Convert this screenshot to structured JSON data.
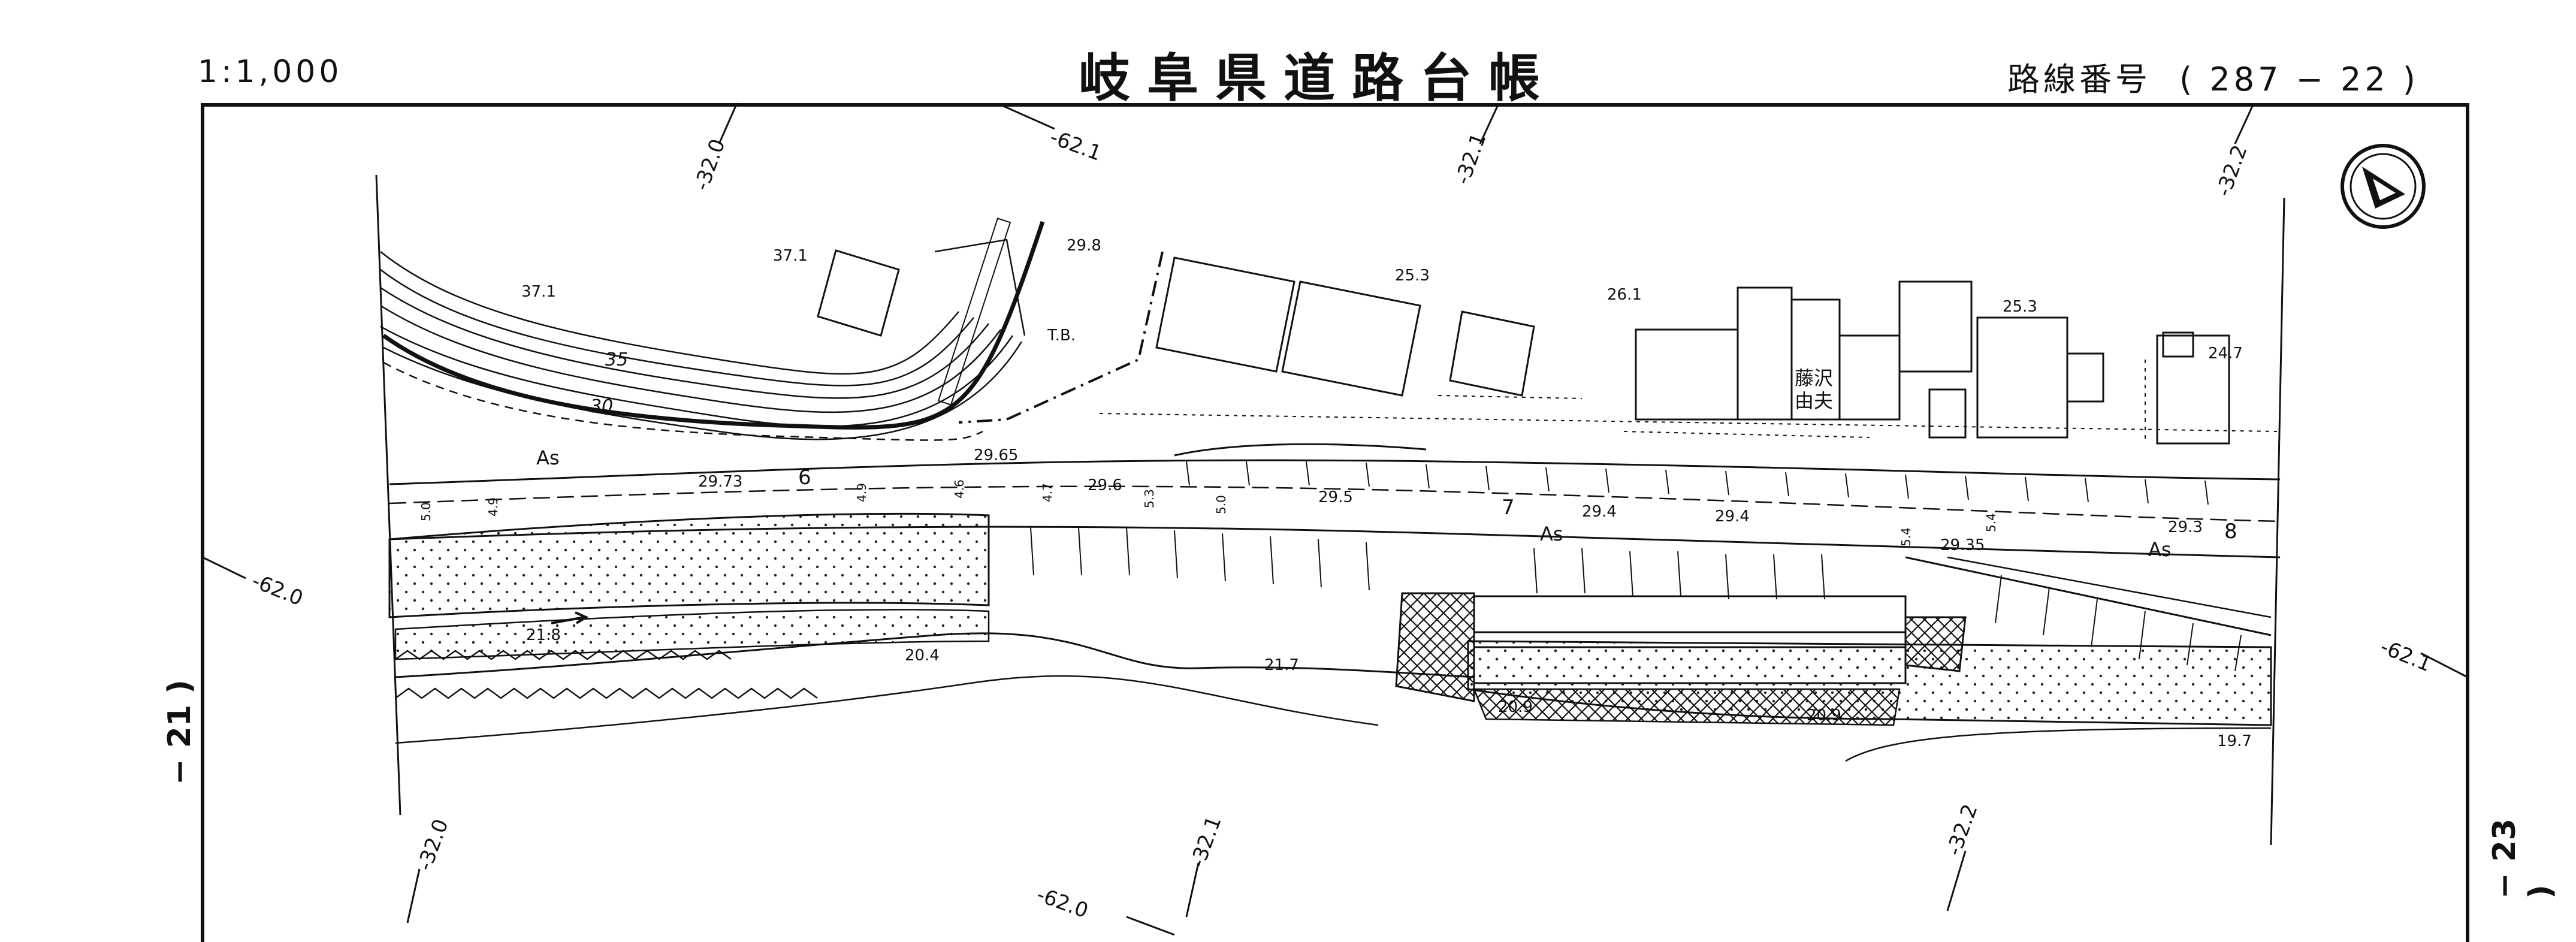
{
  "header": {
    "scale": "1:1,000",
    "title": "岐阜県道路台帳",
    "route_label": "路線番号",
    "route_number": "( 287 − 22 )"
  },
  "adjacent_sheets": {
    "left": "− 21 )",
    "right": "− 23 )"
  },
  "grid_labels": {
    "top": [
      "-32.0",
      "-62.1",
      "-32.1",
      "-32.2"
    ],
    "bottom": [
      "-32.0",
      "-62.0",
      "-32.1",
      "-32.2"
    ],
    "left": "-62.0",
    "right": "-62.1"
  },
  "elevations": [
    "37.1",
    "37.1",
    "29.8",
    "25.3",
    "26.1",
    "25.3",
    "24.7",
    "29.65",
    "29.73",
    "29.6",
    "29.5",
    "29.4",
    "29.4",
    "29.3",
    "29.35",
    "21.8",
    "20.4",
    "21.7",
    "20.9",
    "20.9",
    "19.7"
  ],
  "contours": [
    "35",
    "30"
  ],
  "widths": [
    "5.0",
    "4.9",
    "4.9",
    "4.6",
    "4.7",
    "5.3",
    "5.0",
    "5.4",
    "5.4"
  ],
  "stations": [
    "6",
    "7",
    "8"
  ],
  "surface_labels": [
    "As",
    "As",
    "As"
  ],
  "benchmark": "T.B.",
  "owner_name": [
    "藤沢",
    "由夫"
  ],
  "colors": {
    "line": "#111111",
    "paper": "#ffffff"
  }
}
